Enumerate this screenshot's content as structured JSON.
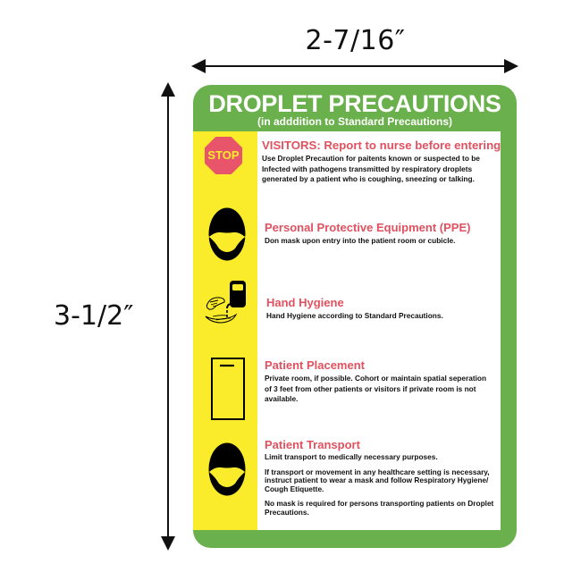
{
  "dimensions": {
    "width_label": "2-7/16″",
    "height_label": "3-1/2″"
  },
  "card": {
    "title": "DROPLET PRECAUTIONS",
    "subtitle": "(in adddition to Standard Precautions)",
    "colors": {
      "border_green": "#6ab04c",
      "icon_column_yellow": "#fbec2b",
      "heading_red": "#e2515f",
      "stop_sign_red": "#e8546a"
    },
    "sections": [
      {
        "icon": "stop-sign-icon",
        "icon_text": "STOP",
        "title": "VISITORS: Report to nurse before entering",
        "paragraphs": [
          "Use Droplet Precaution for paitents known or suspected to be Infected with pathogens transmitted by respiratory droplets generated by a patient who is coughing, sneezing or talking."
        ]
      },
      {
        "icon": "face-mask-icon",
        "title": "Personal Protective Equipment (PPE)",
        "paragraphs": [
          "Don mask upon entry into the patient room or cubicle."
        ]
      },
      {
        "icon": "hand-hygiene-icon",
        "title": "Hand Hygiene",
        "paragraphs": [
          "Hand Hygiene according to Standard Precautions."
        ]
      },
      {
        "icon": "door-icon",
        "title": "Patient Placement",
        "paragraphs": [
          "Private room, if possible. Cohort or maintain spatial seperation of 3 feet from other patients or visitors if private room is not available."
        ]
      },
      {
        "icon": "face-mask-icon",
        "title": "Patient Transport",
        "paragraphs": [
          "Limit transport to medically necessary purposes.",
          "If transport or movement in any healthcare setting is necessary, instruct patient to wear a mask and follow Respiratory Hygiene/ Cough Etiquette.",
          "No mask is required for persons transporting patients on Droplet  Precautions."
        ]
      }
    ]
  }
}
